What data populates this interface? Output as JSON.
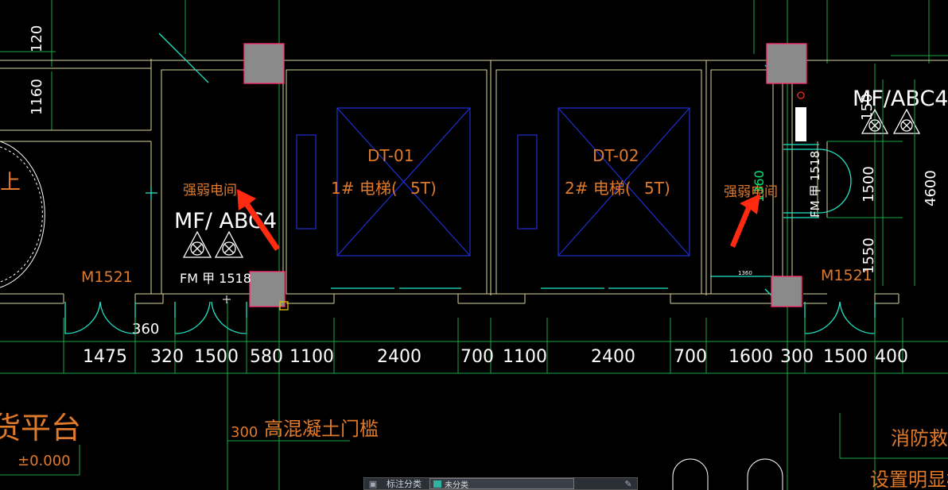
{
  "drawing": {
    "left_dims": [
      "120",
      "1160"
    ],
    "rooms": {
      "left_room": "强弱电间",
      "right_room": "强弱电间",
      "right_room_vert_dim": "1360"
    },
    "elevators": [
      {
        "code": "DT-01",
        "label": "1# 电梯(",
        "cap": "5T)"
      },
      {
        "code": "DT-02",
        "label": "2# 电梯(",
        "cap": "5T)"
      }
    ],
    "extinguisher_left": {
      "label": "MF/ ABC4",
      "fire_door": "FM 甲 1518"
    },
    "extinguisher_right": {
      "label": "MF/ABC4",
      "fire_door": "FM 甲 1518"
    },
    "doors": {
      "left": "M1521",
      "right": "M1521"
    },
    "door_partial_dim": "360",
    "small_dim": "1360",
    "right_vert_dims": [
      "150",
      "1500",
      "1550",
      "4600"
    ],
    "bottom_dims": [
      "1475",
      "320",
      "1500",
      "580",
      "1100",
      "2400",
      "700",
      "1100",
      "2400",
      "700",
      "1600",
      "300",
      "1500",
      "400"
    ],
    "left_stair_char": "上",
    "platform": {
      "label": "货平台",
      "elevation": "±0.000"
    },
    "sill_note": {
      "value": "300",
      "text": "高混凝土门槛"
    },
    "right_notes": [
      "消防救援",
      "设置明显标志"
    ]
  },
  "cmdbar": {
    "label": "标注分类",
    "selected": "未分类"
  },
  "colors": {
    "background": "#000000",
    "wall": "#d8d89a",
    "dim": "#00e676",
    "orange_text": "#e07a2a",
    "elevator": "#1f2fd0",
    "column_fill": "#8a8a8a",
    "column_edge": "#ff2e6e",
    "arrow": "#ff2a10",
    "cyan": "#22e6c8",
    "white": "#ffffff"
  },
  "icons": [
    "layer-icon",
    "edit-icon",
    "red-arrow-icon"
  ]
}
